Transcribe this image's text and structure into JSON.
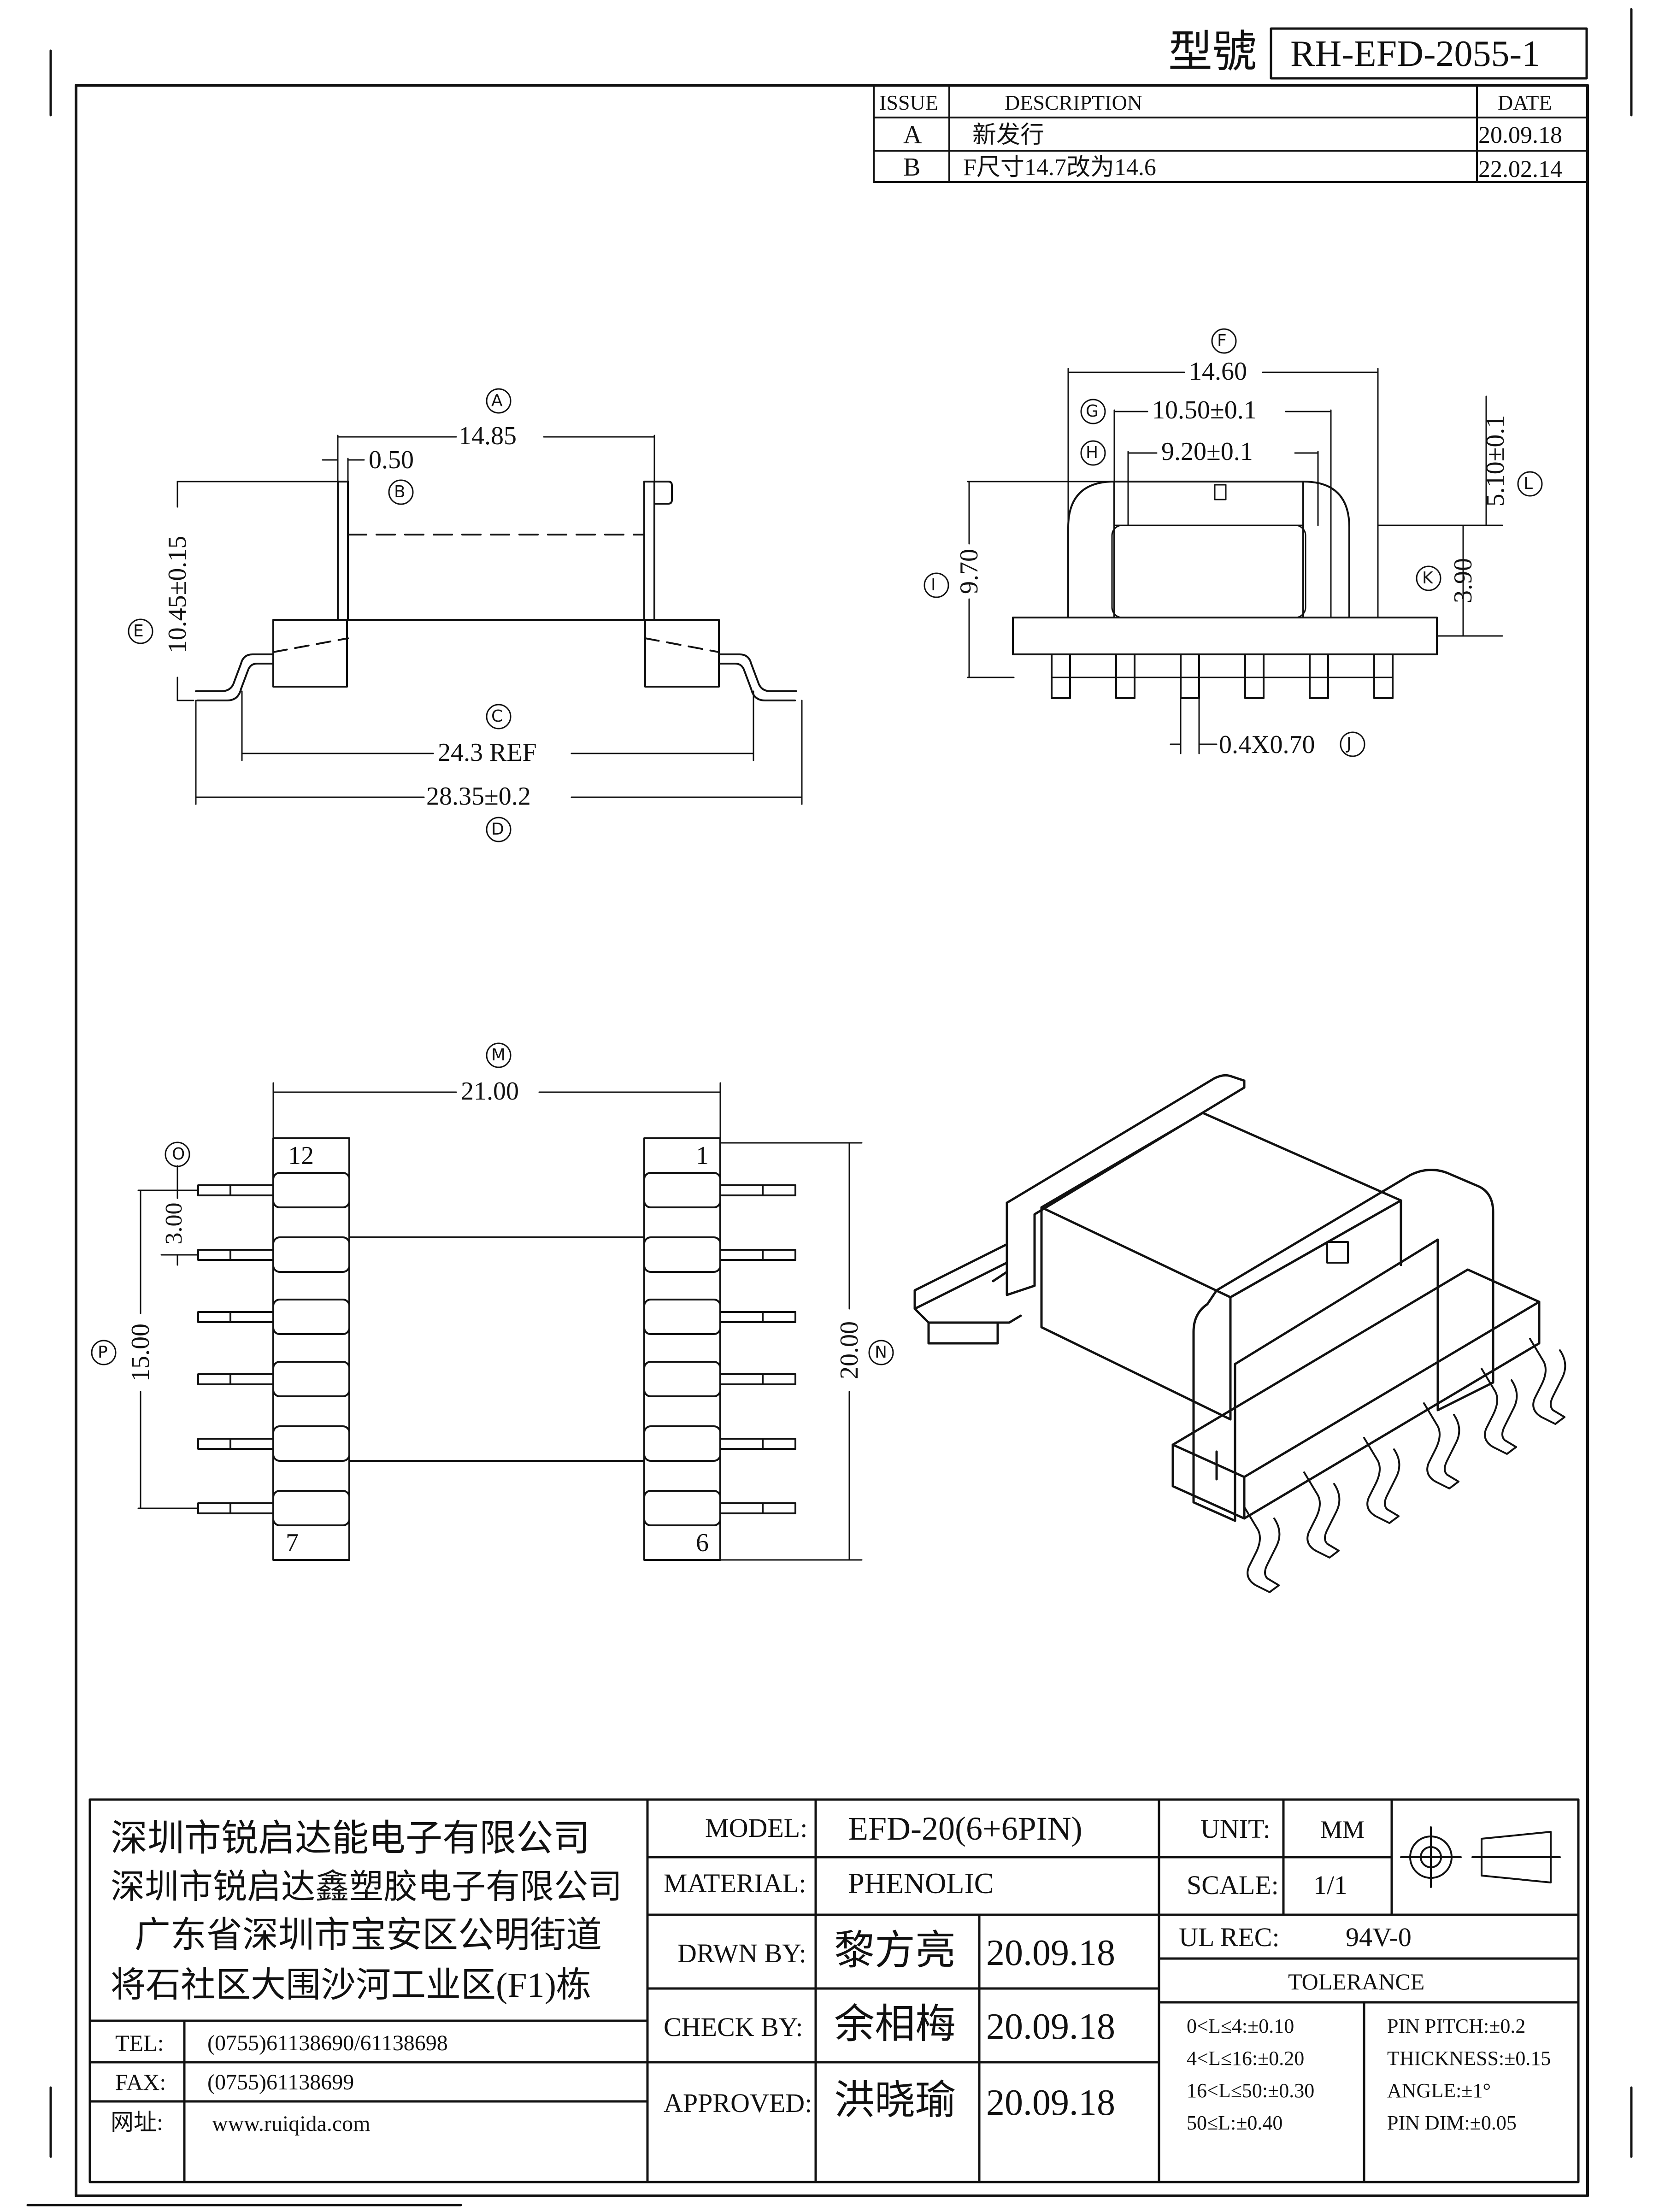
{
  "header": {
    "model_label": "型號",
    "model_value": "RH-EFD-2055-1"
  },
  "revision": {
    "headers": [
      "ISSUE",
      "DESCRIPTION",
      "DATE"
    ],
    "rows": [
      {
        "issue": "A",
        "description": "新发行",
        "date": "20.09.18"
      },
      {
        "issue": "B",
        "description": "F尺寸14.7改为14.6",
        "date": "22.02.14"
      }
    ]
  },
  "side_view": {
    "A_label": "A",
    "A_value": "14.85",
    "B_label": "B",
    "B_value": "0.50",
    "C_label": "C",
    "C_value": "24.3 REF",
    "D_label": "D",
    "D_value": "28.35±0.2",
    "E_label": "E",
    "E_value": "10.45±0.15"
  },
  "front_view": {
    "F_label": "F",
    "F_value": "14.60",
    "G_label": "G",
    "G_value": "10.50±0.1",
    "H_label": "H",
    "H_value": "9.20±0.1",
    "I_label": "I",
    "I_value": "9.70",
    "J_label": "J",
    "J_value": "0.4X0.70",
    "K_label": "K",
    "K_value": "3.90",
    "L_label": "L",
    "L_value": "5.10±0.1"
  },
  "bottom_view": {
    "M_label": "M",
    "M_value": "21.00",
    "N_label": "N",
    "N_value": "20.00",
    "O_label": "O",
    "O_value": "3.00",
    "P_label": "P",
    "P_value": "15.00",
    "pin_top_left": "12",
    "pin_top_right": "1",
    "pin_bottom_left": "7",
    "pin_bottom_right": "6"
  },
  "company": {
    "line1": "深圳市锐启达能电子有限公司",
    "line2": "深圳市锐启达鑫塑胶电子有限公司",
    "line3": "广东省深圳市宝安区公明街道",
    "line4": "将石社区大围沙河工业区(F1)栋",
    "tel_label": "TEL:",
    "tel": "(0755)61138690/61138698",
    "fax_label": "FAX:",
    "fax": "(0755)61138699",
    "web_label": "网址:",
    "web": "www.ruiqida.com"
  },
  "title_block": {
    "model_label": "MODEL:",
    "model": "EFD-20(6+6PIN)",
    "material_label": "MATERIAL:",
    "material": "PHENOLIC",
    "drwn_label": "DRWN BY:",
    "drwn_name": "黎方亮",
    "drwn_date": "20.09.18",
    "check_label": "CHECK BY:",
    "check_name": "余相梅",
    "check_date": "20.09.18",
    "approved_label": "APPROVED:",
    "approved_name": "洪晓瑜",
    "approved_date": "20.09.18",
    "unit_label": "UNIT:",
    "unit": "MM",
    "scale_label": "SCALE:",
    "scale": "1/1",
    "ul_label": "UL REC:",
    "ul": "94V-0",
    "tolerance_label": "TOLERANCE",
    "tol1": "0<L≤4:±0.10",
    "tol2": "4<L≤16:±0.20",
    "tol3": "16<L≤50:±0.30",
    "tol4": "50≤L:±0.40",
    "tol5": "PIN PITCH:±0.2",
    "tol6": "THICKNESS:±0.15",
    "tol7": "ANGLE:±1°",
    "tol8": "PIN DIM:±0.05"
  }
}
